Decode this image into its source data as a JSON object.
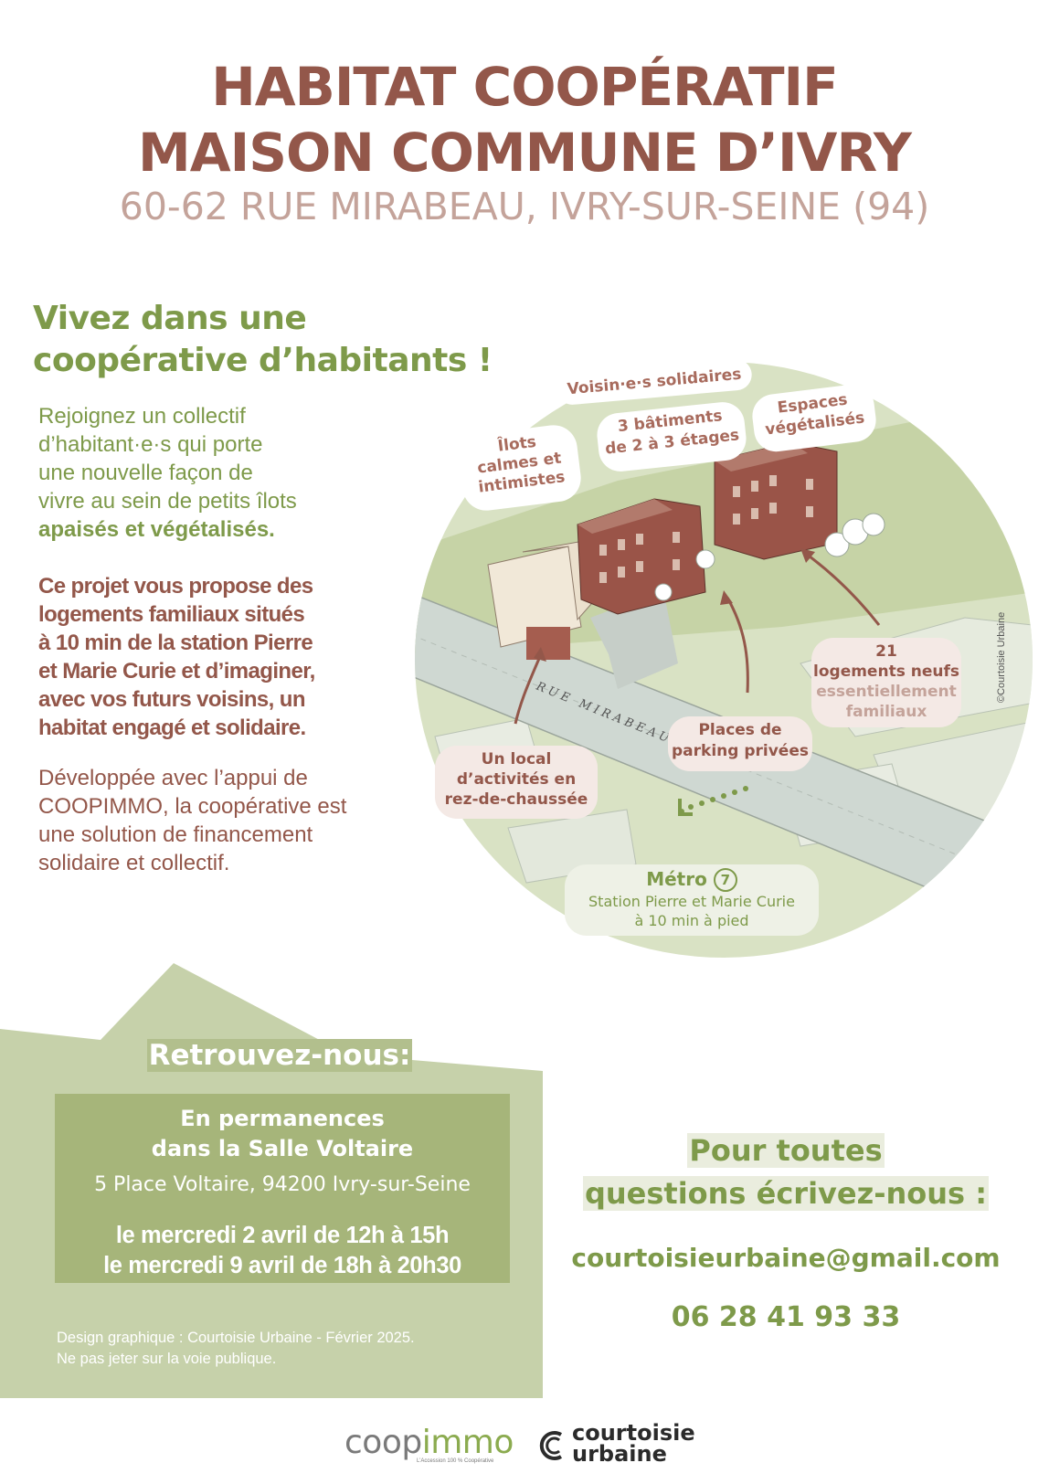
{
  "header": {
    "title_line1": "HABITAT COOPÉRATIF",
    "title_line2": "MAISON COMMUNE D’IVRY",
    "address": "60-62 RUE MIRABEAU, IVRY-SUR-SEINE (94)"
  },
  "intro": {
    "heading_line1": "Vivez dans une",
    "heading_line2": "coopérative d’habitants !",
    "para1_lines": [
      "Rejoignez un collectif",
      "d’habitant·e·s qui porte",
      "une nouvelle façon de",
      "vivre au sein de petits îlots"
    ],
    "para1_bold": "apaisés et végétalisés.",
    "para2_lines": [
      "Ce projet vous propose des",
      "logements familiaux situés",
      "à  10 min de la station Pierre",
      "et Marie Curie et d’imaginer,",
      "avec vos futurs voisins, un",
      "habitat engagé et solidaire."
    ],
    "para3_lines": [
      "Développée avec l’appui de",
      "COOPIMMO, la coopérative est",
      "une solution de financement",
      "solidaire et collectif."
    ]
  },
  "plan": {
    "street_label": "RUE MIRABEAU",
    "credit": "©Courtoisie Urbaine",
    "bubble_solidaires": "Voisin·e·s solidaires",
    "bubble_ilots": [
      "Îlots",
      "calmes et",
      "intimistes"
    ],
    "bubble_batiments": [
      "3 bâtiments",
      "de 2 à 3 étages"
    ],
    "bubble_espaces": [
      "Espaces",
      "végétalisés"
    ],
    "bubble_logements": [
      "21",
      "logements neufs"
    ],
    "bubble_logements_light": [
      "essentiellement",
      "familiaux"
    ],
    "bubble_parking": [
      "Places de",
      "parking privées"
    ],
    "bubble_local": [
      "Un local",
      "d’activités en",
      "rez-de-chaussée"
    ],
    "metro_title": "Métro",
    "metro_line": "7",
    "metro_station": "Station Pierre et Marie Curie",
    "metro_time": "à  10 min à pied",
    "colors": {
      "disc": "#d9e2c4",
      "green_area": "#c6d3a6",
      "road": "#cfd8d2",
      "building": "#9a5448",
      "bubble_bg": "#f4e9e5"
    }
  },
  "meet": {
    "title": "Retrouvez-nous:",
    "line1": "En permanences",
    "line2": "dans la Salle Voltaire",
    "place": "5 Place Voltaire, 94200 Ivry-sur-Seine",
    "date1": "le mercredi 2 avril de 12h à 15h",
    "date2": "le mercredi 9 avril de 18h à 20h30",
    "credit_line1": "Design graphique : Courtoisie Urbaine - Février 2025.",
    "credit_line2": "Ne pas jeter sur la voie publique."
  },
  "contact": {
    "heading_line1": "Pour toutes",
    "heading_line2": "questions écrivez-nous :",
    "email": "courtoisieurbaine@gmail.com",
    "phone": "06 28 41 93 33"
  },
  "logos": {
    "coop_part1": "coop",
    "coop_part2": "immo",
    "coop_tagline": "L’Accession 100 % Coopérative",
    "cu_line1": "courtoisie",
    "cu_line2": "urbaine"
  },
  "colors": {
    "title": "#93574a",
    "address": "#c4a39a",
    "green": "#7e9a4a",
    "band": "#c6d1aa",
    "band_box": "#a6b57a"
  }
}
